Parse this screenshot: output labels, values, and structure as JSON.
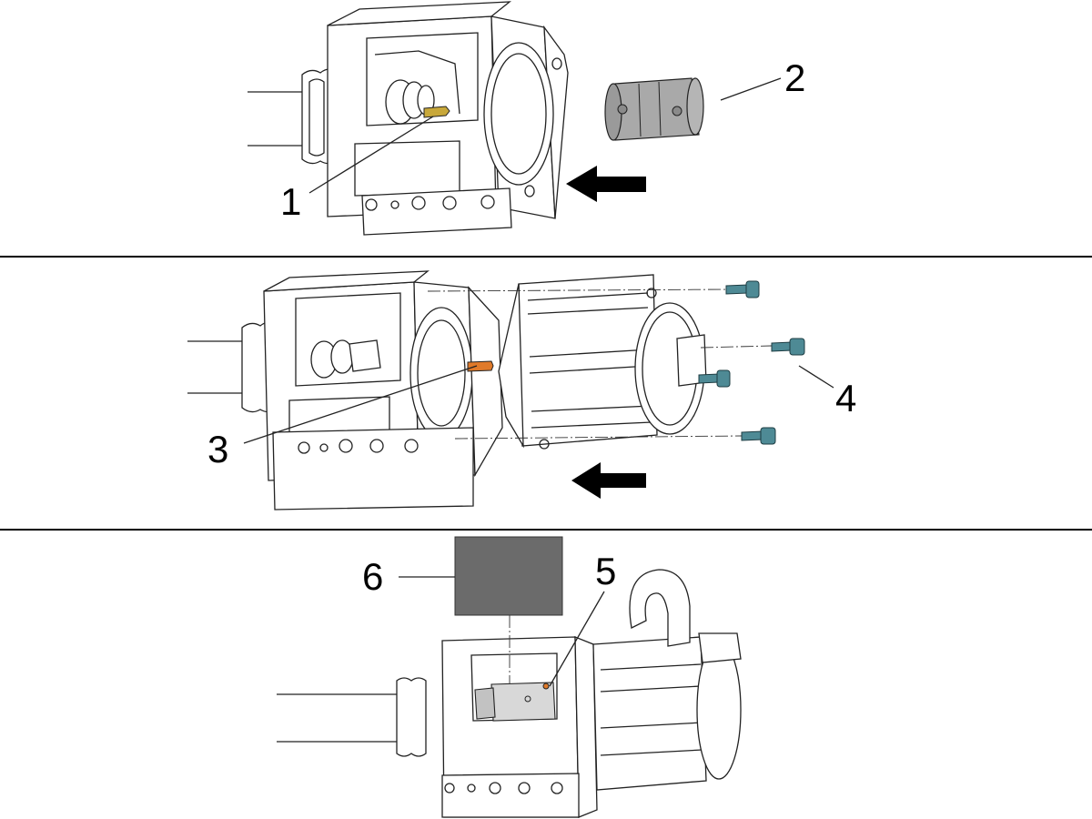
{
  "callouts": {
    "c1": "1",
    "c2": "2",
    "c3": "3",
    "c4": "4",
    "c5": "5",
    "c6": "6"
  },
  "colors": {
    "key": "#c8a83a",
    "coupling": "#a9a9a9",
    "pin": "#e07a2a",
    "screw": "#4e8a95",
    "cover": "#6b6b6b",
    "arrow": "#000000",
    "divider": "#000000"
  },
  "icons": {
    "direction": "arrow-left-icon"
  }
}
